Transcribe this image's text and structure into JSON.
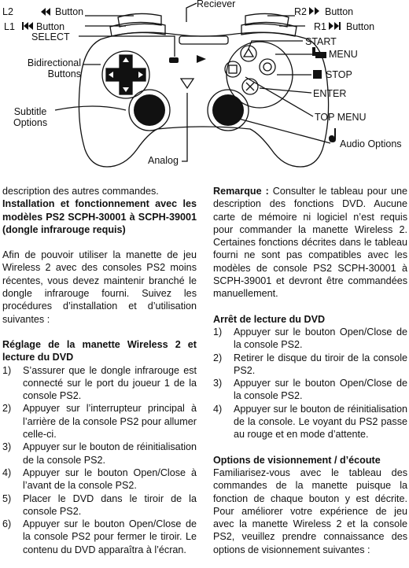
{
  "diagram": {
    "labels": {
      "l2": "L2",
      "l2_button": "Button",
      "l1": "L1",
      "l1_button": "Button",
      "select": "SELECT",
      "bidirectional": "Bidirectional",
      "buttons": "Buttons",
      "subtitle": "Subtitle",
      "options": "Options",
      "analog": "Analog",
      "reciever": "Reciever",
      "r2": "R2",
      "r2_button": "Button",
      "r1": "R1",
      "r1_button": "Button",
      "start": "START",
      "menu": "MENU",
      "stop": "STOP",
      "enter": "ENTER",
      "top_menu": "TOP MENU",
      "audio_options": "Audio Options"
    }
  },
  "left": {
    "intro": "description des autres commandes.",
    "heading1": "Installation et fonctionnement avec les modèles PS2 SCPH-30001 à SCPH-39001 (dongle infrarouge requis)",
    "para1": "Afin de pouvoir utiliser la manette de jeu Wireless 2 avec des consoles PS2 moins récentes, vous devez maintenir branché le dongle infrarouge fourni.  Suivez les procédures d’installation et d’utilisation suivantes :",
    "heading2": "Réglage de la manette Wireless 2 et lecture du DVD",
    "steps": [
      {
        "num": "1)",
        "text": "S’assurer que le dongle infrarouge est connecté sur le port du joueur 1 de la console PS2."
      },
      {
        "num": "2)",
        "text": "Appuyer sur l’interrupteur principal à l’arrière de la console PS2 pour allumer celle-ci."
      },
      {
        "num": "3)",
        "text": "Appuyer sur le bouton de réinitialisation de la console PS2."
      },
      {
        "num": "4)",
        "text": "Appuyer sur le bouton Open/Close à l’avant de la console PS2."
      },
      {
        "num": "5)",
        "text": "Placer le DVD dans le tiroir de la console PS2."
      },
      {
        "num": "6)",
        "text": "Appuyer sur le bouton Open/Close de la console PS2 pour fermer le tiroir. Le contenu du DVD apparaîtra à l’écran."
      }
    ]
  },
  "right": {
    "remark_label": "Remarque :",
    "remark_text": " Consulter le tableau pour une description des fonctions DVD. Aucune carte de mémoire ni logiciel n’est requis pour commander la manette Wireless 2. Certaines fonctions décrites dans le tableau fourni ne sont pas compatibles avec les modèles de console PS2 SCPH-30001 à SCPH-39001 et devront être commandées manuellement.",
    "heading3": "Arrêt de lecture du DVD",
    "steps": [
      {
        "num": "1)",
        "text": "Appuyer sur le bouton Open/Close de la console PS2."
      },
      {
        "num": "2)",
        "text": "Retirer le disque du tiroir de la console PS2."
      },
      {
        "num": "3)",
        "text": "Appuyer sur le bouton Open/Close de la console PS2."
      },
      {
        "num": "4)",
        "text": "Appuyer sur le bouton de réinitialisation de la console. Le voyant du PS2 passe au rouge et en mode d’attente."
      }
    ],
    "heading4": "Options de visionnement / d’écoute",
    "para2": "Familiarisez-vous avec le tableau des commandes de la manette puisque la fonction de chaque bouton y est décrite. Pour améliorer votre expérience de jeu avec la manette Wireless 2 et la console PS2, veuillez prendre connaissance des options de visionnement suivantes :"
  }
}
